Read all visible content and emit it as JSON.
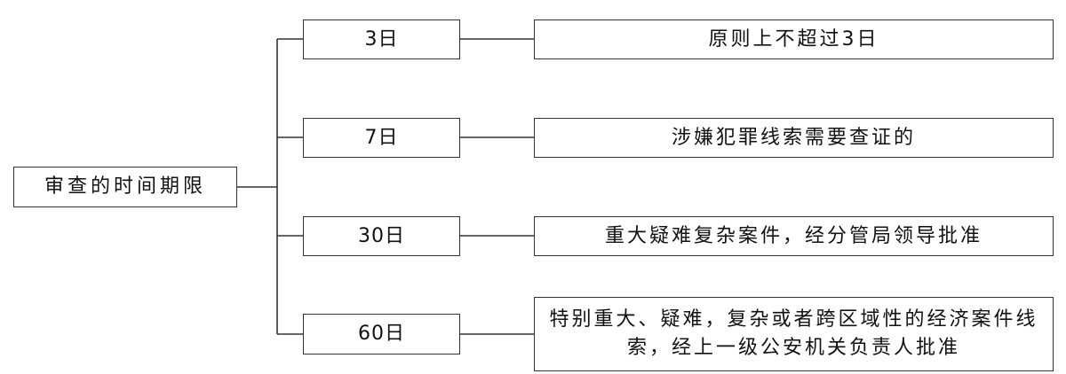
{
  "diagram": {
    "root": "审查的时间期限",
    "branches": [
      {
        "days": "3日",
        "description": "原则上不超过3日"
      },
      {
        "days": "7日",
        "description": "涉嫌犯罪线索需要查证的"
      },
      {
        "days": "30日",
        "description": "重大疑难复杂案件，经分管局领导批准"
      },
      {
        "days": "60日",
        "description": "特别重大、疑难，复杂或者跨区域性的经济案件线索，经上一级公安机关负责人批准"
      }
    ]
  }
}
